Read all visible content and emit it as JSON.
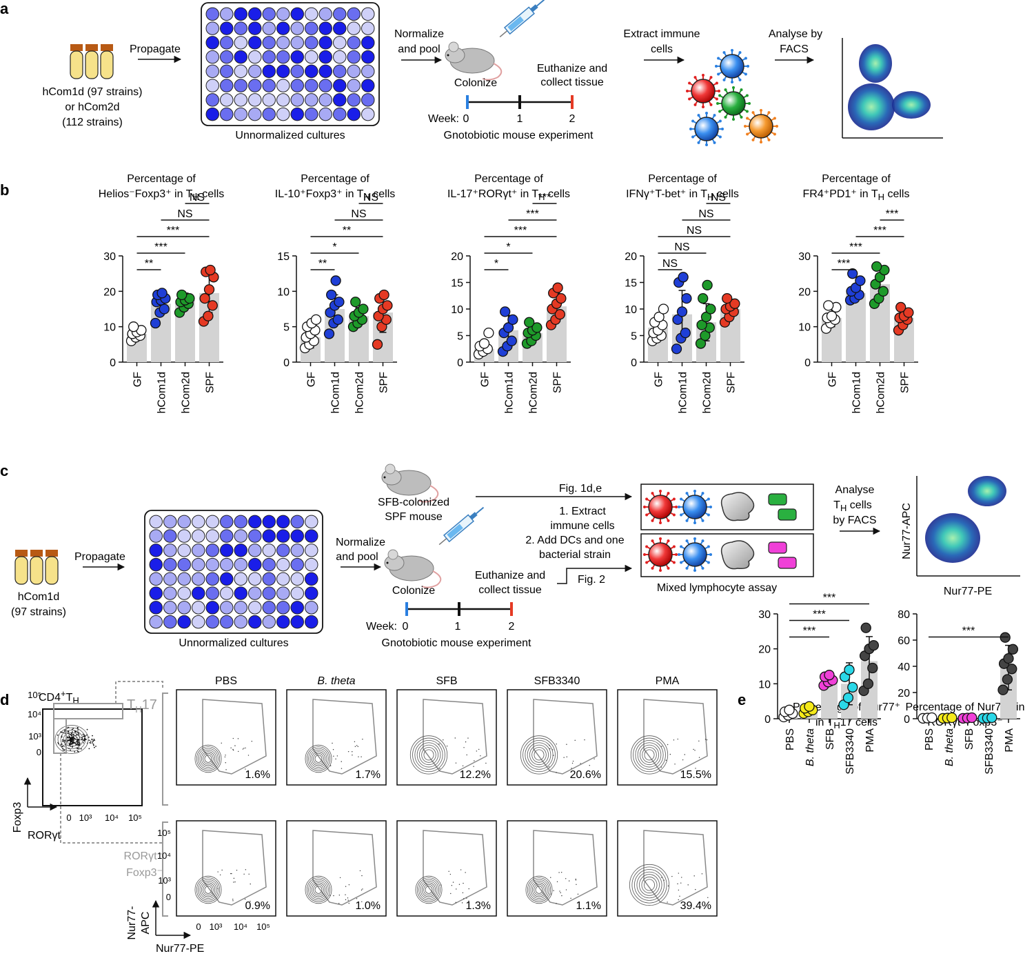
{
  "panels": {
    "a": {
      "letter": "a",
      "source": [
        "hCom1d (97 strains)",
        "or hCom2d",
        "(112 strains)"
      ],
      "propagate": "Propagate",
      "plate_caption": "Unnormalized cultures",
      "normalize": [
        "Normalize",
        "and pool"
      ],
      "colonize": "Colonize",
      "euthanize": [
        "Euthanize and",
        "collect tissue"
      ],
      "timeline_label": "Week:",
      "weeks": [
        "0",
        "1",
        "2"
      ],
      "timeline_caption": "Gnotobiotic mouse experiment",
      "extract": [
        "Extract immune",
        "cells"
      ],
      "analyse": [
        "Analyse by",
        "FACS"
      ]
    },
    "c": {
      "letter": "c",
      "source": [
        "hCom1d",
        "(97 strains)"
      ],
      "propagate": "Propagate",
      "plate_caption": "Unnormalized cultures",
      "sfb_mouse": [
        "SFB-colonized",
        "SPF mouse"
      ],
      "fig_ref_top": "Fig. 1d,e",
      "steps": [
        "1. Extract",
        "immune cells",
        "2. Add DCs and one",
        "bacterial strain"
      ],
      "fig_ref_bottom": "Fig. 2",
      "normalize": [
        "Normalize",
        "and pool"
      ],
      "colonize": "Colonize",
      "euthanize": [
        "Euthanize and",
        "collect tissue"
      ],
      "timeline_label": "Week:",
      "weeks": [
        "0",
        "1",
        "2"
      ],
      "timeline_caption": "Gnotobiotic mouse experiment",
      "assay_caption": "Mixed lymphocyte assay",
      "analyse": [
        "Analyse",
        "T",
        "cells",
        "by FACS"
      ],
      "analyse_sub": "H",
      "facs_y": "Nur77-APC",
      "facs_x": "Nur77-PE"
    },
    "b": {
      "letter": "b"
    },
    "d": {
      "letter": "d",
      "gate_title": "CD4",
      "gate_title_sup": "+",
      "gate_title_rest": "T",
      "gate_title_sub": "H",
      "gate_y": "Foxp3",
      "gate_x": "RORγt",
      "gate_ticks": [
        "10⁵",
        "10⁴",
        "10³",
        "0"
      ],
      "gate_xticks": [
        "0",
        "10³",
        "10⁴",
        "10⁵"
      ],
      "th17_label": "T",
      "th17_sub": "H",
      "th17_rest": "17",
      "neg_label": [
        "RORγt⁻",
        "Foxp3⁻"
      ],
      "conditions": [
        "PBS",
        "B. theta",
        "SFB",
        "SFB3340",
        "PMA"
      ],
      "top_pct": [
        "1.6%",
        "1.7%",
        "12.2%",
        "20.6%",
        "15.5%"
      ],
      "bottom_pct": [
        "0.9%",
        "1.0%",
        "1.3%",
        "1.1%",
        "39.4%"
      ],
      "axis_y": [
        "Nur77-",
        "APC"
      ],
      "axis_x": "Nur77-PE",
      "yticks": [
        "10⁵",
        "10⁴",
        "10³",
        "0"
      ],
      "xticks": [
        "0",
        "10³",
        "10⁴",
        "10⁵"
      ]
    },
    "e": {
      "letter": "e"
    }
  },
  "colors": {
    "hCom1d": "#1f3fd6",
    "hCom2d": "#1e9a2a",
    "SPF": "#e53a24",
    "plate_dark": "#1a1ee8",
    "bar": "#d3d3d3",
    "sfb": "#f040d8",
    "btheta": "#f5ea1a",
    "sfb3340": "#2ad8e8",
    "pma": "#444444"
  },
  "chart_data": [
    {
      "id": "b1",
      "type": "bar",
      "title": [
        "Percentage of",
        "Helios⁻Foxp3⁺ in T",
        "H",
        " cells"
      ],
      "categories": [
        "GF",
        "hCom1d",
        "hCom2d",
        "SPF"
      ],
      "values": [
        8,
        16.5,
        17.5,
        19.5
      ],
      "errors": [
        1.5,
        3,
        2,
        5.5
      ],
      "ylim": [
        0,
        30
      ],
      "yticks": [
        0,
        10,
        20,
        30
      ],
      "points": [
        [
          6,
          7,
          7.5,
          8,
          8.5,
          9,
          10
        ],
        [
          11,
          14,
          15,
          17,
          17.5,
          18,
          19,
          19.5
        ],
        [
          14,
          15.5,
          16.5,
          17,
          17.5,
          18,
          19
        ],
        [
          11.5,
          13,
          16,
          18,
          20.5,
          24,
          25.5,
          26
        ]
      ],
      "colors": [
        "#ffffff",
        "#1f3fd6",
        "#1e9a2a",
        "#e53a24"
      ],
      "brackets": [
        {
          "from": 0,
          "to": 1,
          "label": "**"
        },
        {
          "from": 0,
          "to": 2,
          "label": "***"
        },
        {
          "from": 0,
          "to": 3,
          "label": "***"
        },
        {
          "from": 1,
          "to": 3,
          "label": "NS"
        },
        {
          "from": 2,
          "to": 3,
          "label": "NS"
        }
      ]
    },
    {
      "id": "b2",
      "type": "bar",
      "title": [
        "Percentage of",
        "IL-10⁺Foxp3⁺ in T",
        "H",
        " cells"
      ],
      "categories": [
        "GF",
        "hCom1d",
        "hCom2d",
        "SPF"
      ],
      "values": [
        3.5,
        7.5,
        6.5,
        7
      ],
      "errors": [
        1.5,
        2,
        1.2,
        2.8
      ],
      "ylim": [
        0,
        15
      ],
      "yticks": [
        0,
        5,
        10,
        15
      ],
      "points": [
        [
          2,
          2.5,
          3,
          3.5,
          4,
          4.5,
          5,
          5.5,
          6
        ],
        [
          4,
          5.5,
          6,
          7,
          8,
          8.5,
          9.5,
          11.5
        ],
        [
          5,
          5.5,
          6,
          6.5,
          7,
          7.5,
          8.5
        ],
        [
          2.5,
          5,
          6,
          6.5,
          7.5,
          8,
          9,
          9.5
        ]
      ],
      "colors": [
        "#ffffff",
        "#1f3fd6",
        "#1e9a2a",
        "#e53a24"
      ],
      "brackets": [
        {
          "from": 0,
          "to": 1,
          "label": "**"
        },
        {
          "from": 0,
          "to": 2,
          "label": "*"
        },
        {
          "from": 0,
          "to": 3,
          "label": "**"
        },
        {
          "from": 1,
          "to": 3,
          "label": "NS"
        },
        {
          "from": 2,
          "to": 3,
          "label": "NS"
        }
      ]
    },
    {
      "id": "b3",
      "type": "bar",
      "title": [
        "Percentage of",
        "IL-17⁺RORγt⁺ in T",
        "H",
        " cells"
      ],
      "categories": [
        "GF",
        "hCom1d",
        "hCom2d",
        "SPF"
      ],
      "values": [
        2.5,
        6,
        5.5,
        10.5
      ],
      "errors": [
        1,
        2.8,
        1.5,
        2.5
      ],
      "ylim": [
        0,
        20
      ],
      "yticks": [
        0,
        5,
        10,
        15,
        20
      ],
      "points": [
        [
          1.5,
          2,
          2.5,
          3,
          3.5,
          5.5
        ],
        [
          2,
          3,
          4,
          5.5,
          6.5,
          8,
          9.5
        ],
        [
          3.5,
          4,
          5,
          5.5,
          6,
          6.5,
          7.5
        ],
        [
          7,
          8,
          9,
          10,
          11,
          12,
          13,
          14
        ]
      ],
      "colors": [
        "#ffffff",
        "#1f3fd6",
        "#1e9a2a",
        "#e53a24"
      ],
      "brackets": [
        {
          "from": 0,
          "to": 1,
          "label": "*"
        },
        {
          "from": 0,
          "to": 2,
          "label": "*"
        },
        {
          "from": 0,
          "to": 3,
          "label": "***"
        },
        {
          "from": 1,
          "to": 3,
          "label": "***"
        },
        {
          "from": 2,
          "to": 3,
          "label": "***"
        }
      ]
    },
    {
      "id": "b4",
      "type": "bar",
      "title": [
        "Percentage of",
        "IFNγ⁺T-bet⁺ in T",
        "H",
        " cells"
      ],
      "categories": [
        "GF",
        "hCom1d",
        "hCom2d",
        "SPF"
      ],
      "values": [
        6.5,
        9,
        7.5,
        10
      ],
      "errors": [
        2,
        4.5,
        3.5,
        1.8
      ],
      "ylim": [
        0,
        20
      ],
      "yticks": [
        0,
        5,
        10,
        15,
        20
      ],
      "points": [
        [
          4,
          4.5,
          5,
          5.5,
          6,
          7,
          7.5,
          8.5,
          10
        ],
        [
          2.5,
          4.5,
          5.5,
          8,
          9.5,
          12,
          15,
          16
        ],
        [
          3.5,
          5,
          6.5,
          7,
          8.5,
          10,
          12,
          14.5
        ],
        [
          7.5,
          8.5,
          9.5,
          10,
          10.5,
          11,
          12
        ]
      ],
      "colors": [
        "#ffffff",
        "#1f3fd6",
        "#1e9a2a",
        "#e53a24"
      ],
      "brackets": [
        {
          "from": 0,
          "to": 1,
          "label": "NS"
        },
        {
          "from": 0,
          "to": 2,
          "label": "NS"
        },
        {
          "from": 0,
          "to": 3,
          "label": "NS"
        },
        {
          "from": 1,
          "to": 3,
          "label": "NS"
        },
        {
          "from": 2,
          "to": 3,
          "label": "NS"
        }
      ]
    },
    {
      "id": "b5",
      "type": "bar",
      "title": [
        "Percentage of",
        "FR4⁺PD1⁺ in T",
        "H",
        " cells"
      ],
      "categories": [
        "GF",
        "hCom1d",
        "hCom2d",
        "SPF"
      ],
      "values": [
        12.5,
        19.5,
        22,
        12.5
      ],
      "errors": [
        2.5,
        2,
        4,
        2.5
      ],
      "ylim": [
        0,
        30
      ],
      "yticks": [
        0,
        10,
        20,
        30
      ],
      "points": [
        [
          9.5,
          11,
          12,
          12.5,
          13,
          15.5,
          16
        ],
        [
          17.5,
          18,
          19,
          20,
          21,
          23,
          25
        ],
        [
          16.5,
          18,
          20,
          22,
          24,
          26,
          27
        ],
        [
          9,
          10.5,
          12,
          12.5,
          13,
          14,
          15.5
        ]
      ],
      "colors": [
        "#ffffff",
        "#1f3fd6",
        "#1e9a2a",
        "#e53a24"
      ],
      "brackets": [
        {
          "from": 0,
          "to": 1,
          "label": "***"
        },
        {
          "from": 0,
          "to": 2,
          "label": "***"
        },
        {
          "from": 1,
          "to": 3,
          "label": "***"
        },
        {
          "from": 2,
          "to": 3,
          "label": "***"
        }
      ]
    },
    {
      "id": "e1",
      "type": "bar",
      "title": [
        "Percentage of Nur77⁺",
        "in T",
        "H",
        "17 cells"
      ],
      "categories": [
        "PBS",
        "B. theta",
        "SFB",
        "SFB3340",
        "PMA"
      ],
      "values": [
        1.5,
        2.5,
        11,
        10,
        16.5
      ],
      "errors": [
        0.8,
        1.2,
        1.5,
        6,
        7
      ],
      "ylim": [
        0,
        30
      ],
      "yticks": [
        0,
        10,
        20,
        30
      ],
      "points": [
        [
          0.5,
          1,
          1.5,
          2,
          2.5
        ],
        [
          1.5,
          2,
          2.5,
          3,
          3.5
        ],
        [
          9.5,
          10.5,
          11,
          12,
          12.5
        ],
        [
          4,
          6,
          9,
          12,
          14
        ],
        [
          8,
          10,
          14.5,
          18,
          20,
          21,
          26
        ]
      ],
      "colors": [
        "#ffffff",
        "#f5ea1a",
        "#f040d8",
        "#2ad8e8",
        "#444444"
      ],
      "brackets": [
        {
          "from": 0,
          "to": 2,
          "label": "***"
        },
        {
          "from": 0,
          "to": 3,
          "label": "***"
        },
        {
          "from": 0,
          "to": 4,
          "label": "***"
        }
      ]
    },
    {
      "id": "e2",
      "type": "bar",
      "title": [
        "Percentage of Nur77⁺ in",
        "RORγt⁻Foxp3⁻"
      ],
      "categories": [
        "PBS",
        "B. theta",
        "SFB",
        "SFB3340",
        "PMA"
      ],
      "values": [
        0.5,
        0.5,
        0.5,
        0.5,
        39
      ],
      "errors": [
        0.3,
        0.3,
        0.3,
        0.3,
        17
      ],
      "ylim": [
        0,
        80
      ],
      "yticks": [
        0,
        20,
        40,
        60,
        80
      ],
      "points": [
        [
          0.3,
          0.5,
          0.8
        ],
        [
          0.3,
          0.5,
          0.8
        ],
        [
          0.3,
          0.5,
          0.8
        ],
        [
          0.3,
          0.5,
          0.8
        ],
        [
          22,
          30,
          38,
          42,
          46,
          53,
          62
        ]
      ],
      "colors": [
        "#ffffff",
        "#f5ea1a",
        "#f040d8",
        "#2ad8e8",
        "#444444"
      ],
      "brackets": [
        {
          "from": 0,
          "to": 4,
          "label": "***"
        }
      ]
    }
  ]
}
